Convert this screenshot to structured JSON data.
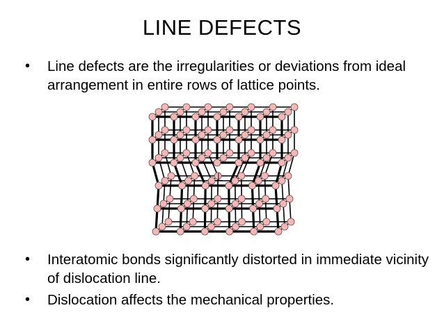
{
  "slide": {
    "title": "LINE DEFECTS",
    "bullets_top": [
      "Line defects  are the irregularities or  deviations from ideal arrangement in entire rows of lattice points."
    ],
    "bullets_bottom": [
      "Interatomic bonds significantly distorted in immediate vicinity of dislocation line.",
      "Dislocation affects the mechanical properties."
    ],
    "bullet_glyph": "•",
    "figure": {
      "dislocation_symbol": "⊥",
      "atom_color": "#f4b7b7",
      "bond_color": "#000000"
    }
  }
}
